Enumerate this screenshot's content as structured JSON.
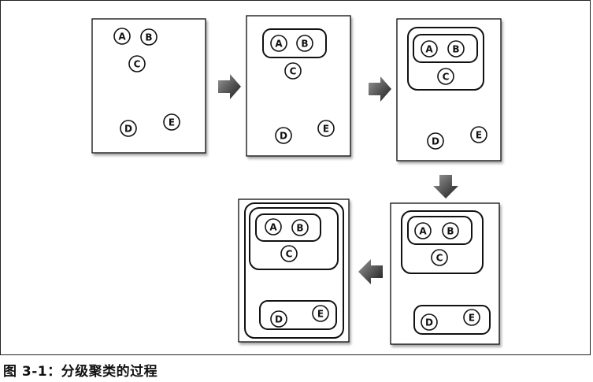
{
  "caption": "图 3-1：分级聚类的过程",
  "node_labels": {
    "a": "A",
    "b": "B",
    "c": "C",
    "d": "D",
    "e": "E"
  }
}
